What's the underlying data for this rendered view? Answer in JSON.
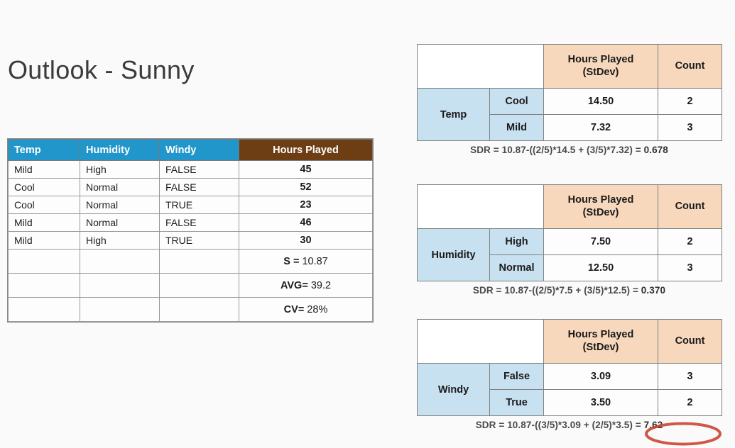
{
  "slide": {
    "title": "Outlook - Sunny",
    "colors": {
      "header_blue": "#2196ca",
      "header_brown": "#6d3d14",
      "peach": "#f7d8bc",
      "light_blue": "#c8e1f0",
      "highlight_red": "#c9402a",
      "background": "#fafafa"
    }
  },
  "left_table": {
    "headers": [
      "Temp",
      "Humidity",
      "Windy",
      "Hours Played"
    ],
    "rows": [
      {
        "temp": "Mild",
        "humidity": "High",
        "windy": "FALSE",
        "hours": "45"
      },
      {
        "temp": "Cool",
        "humidity": "Normal",
        "windy": "FALSE",
        "hours": "52"
      },
      {
        "temp": "Cool",
        "humidity": "Normal",
        "windy": "TRUE",
        "hours": "23"
      },
      {
        "temp": "Mild",
        "humidity": "Normal",
        "windy": "FALSE",
        "hours": "46"
      },
      {
        "temp": "Mild",
        "humidity": "High",
        "windy": "TRUE",
        "hours": "30"
      }
    ],
    "stats": [
      {
        "label": "S",
        "sep": "=",
        "value": "10.87"
      },
      {
        "label": "AVG",
        "sep": "=",
        "value": "39.2"
      },
      {
        "label": "CV",
        "sep": "=",
        "value": "28%"
      }
    ]
  },
  "split_tables": [
    {
      "attribute": "Temp",
      "metric_header": "Hours Played",
      "metric_subheader": "(StDev)",
      "count_header": "Count",
      "rows": [
        {
          "level": "Cool",
          "stdev": "14.50",
          "count": "2"
        },
        {
          "level": "Mild",
          "stdev": "7.32",
          "count": "3"
        }
      ],
      "sdr_expression": "SDR = 10.87-((2/5)*14.5 + (3/5)*7.32) = ",
      "sdr_result": "0.678"
    },
    {
      "attribute": "Humidity",
      "metric_header": "Hours Played",
      "metric_subheader": "(StDev)",
      "count_header": "Count",
      "rows": [
        {
          "level": "High",
          "stdev": "7.50",
          "count": "2"
        },
        {
          "level": "Normal",
          "stdev": "12.50",
          "count": "3"
        }
      ],
      "sdr_expression": "SDR = 10.87-((2/5)*7.5 + (3/5)*12.5) = ",
      "sdr_result": "0.370"
    },
    {
      "attribute": "Windy",
      "metric_header": "Hours Played",
      "metric_subheader": "(StDev)",
      "count_header": "Count",
      "rows": [
        {
          "level": "False",
          "stdev": "3.09",
          "count": "3"
        },
        {
          "level": "True",
          "stdev": "3.50",
          "count": "2"
        }
      ],
      "sdr_expression": "SDR = 10.87-((3/5)*3.09 + (2/5)*3.5) = ",
      "sdr_result": "7.62"
    }
  ]
}
